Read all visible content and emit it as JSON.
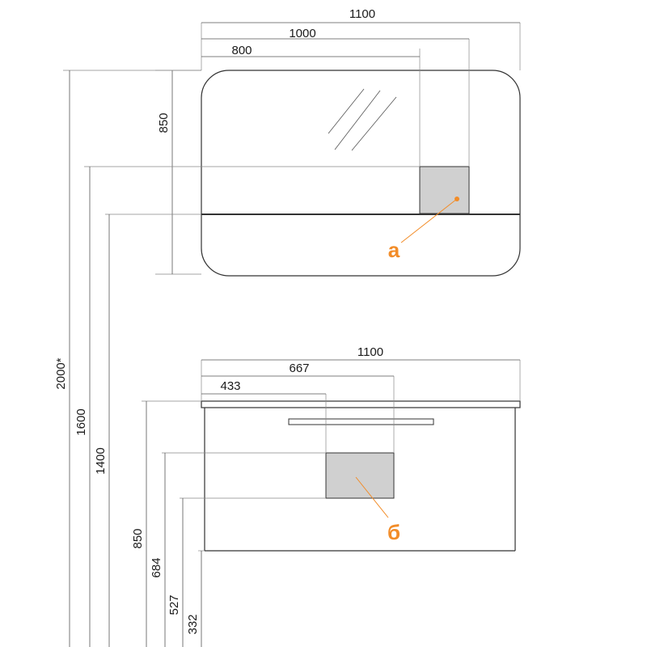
{
  "colors": {
    "accent": "#f28c28",
    "zone_fill": "#d0d0d0",
    "line": "#333333"
  },
  "mirror": {
    "width_overall": "1100",
    "width_mid": "1000",
    "width_left": "800",
    "height": "850",
    "callout": "а"
  },
  "cabinet": {
    "width_overall": "1100",
    "width_mid": "667",
    "width_left": "433",
    "callout": "б"
  },
  "heights": {
    "total": "2000*",
    "h1600": "1600",
    "h1400": "1400",
    "h850": "850",
    "h684": "684",
    "h527": "527",
    "h332": "332"
  }
}
